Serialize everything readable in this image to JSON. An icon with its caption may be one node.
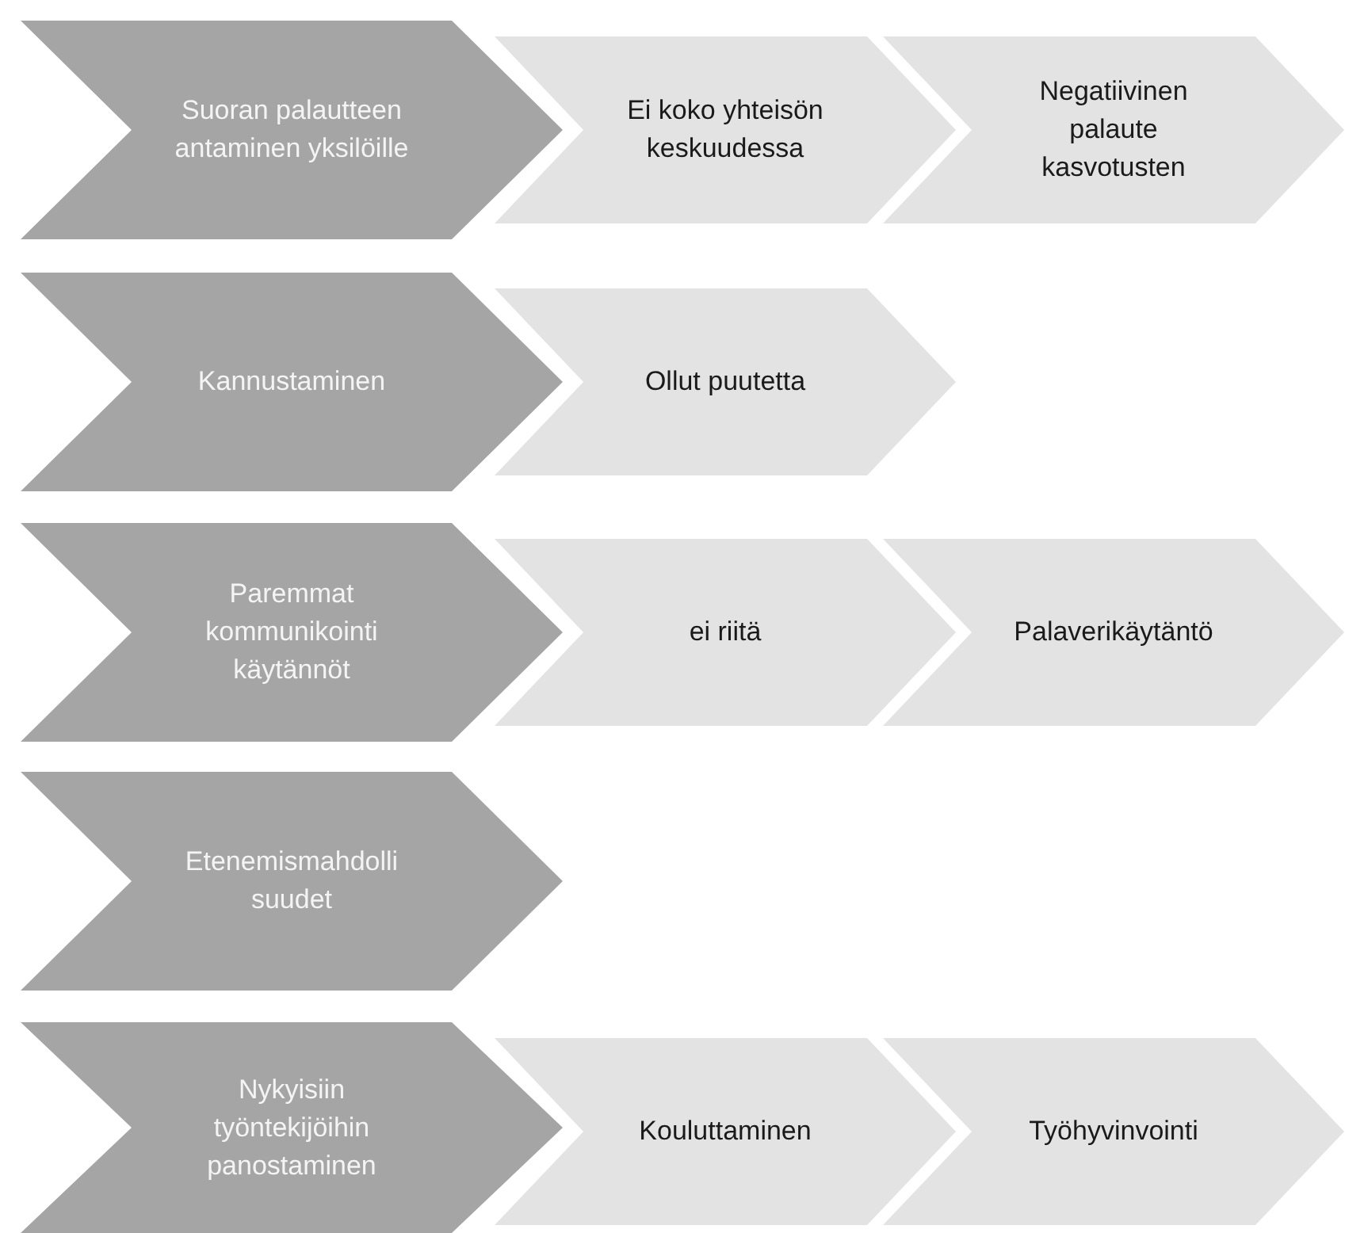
{
  "diagram": {
    "nodes": [
      {
        "text": [
          "Suoran palautteen antaminen yksilöille"
        ]
      },
      {
        "text": [
          "Ei koko yhteisön keskuudessa"
        ]
      },
      {
        "text": [
          "Negatiivinen palaute kasvotusten"
        ]
      },
      {
        "text": [
          "Kannustaminen"
        ]
      },
      {
        "text": [
          "Ollut puutetta"
        ]
      },
      {
        "text": [
          "Paremmat kommunikointi käytännöt"
        ]
      },
      {
        "text": [
          "ei riitä"
        ]
      },
      {
        "text": [
          "Palaverikäytäntö"
        ]
      },
      {
        "text": [
          "Etenemismahdolli suudet"
        ]
      },
      {
        "text": [
          "Nykyisiin työntekijöihin panostaminen"
        ]
      },
      {
        "text": [
          "Kouluttaminen"
        ]
      },
      {
        "text": [
          "Työhyvinvointi"
        ]
      }
    ]
  }
}
